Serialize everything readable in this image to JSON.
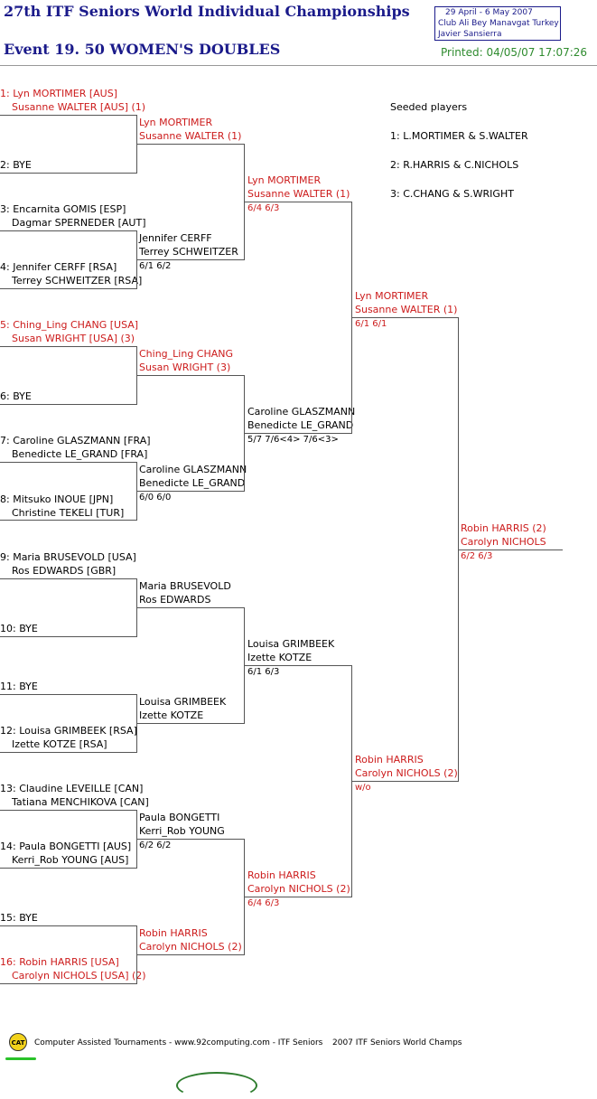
{
  "header": {
    "title1": "27th ITF Seniors World Individual Championships",
    "title2": "Event 19. 50 WOMEN'S DOUBLES",
    "info": [
      "29 April - 6 May 2007",
      "Club Ali Bey Manavgat   Turkey",
      "Javier Sansierra"
    ],
    "printed": "Printed: 04/05/07 17:07:26"
  },
  "seeds": {
    "heading": "Seeded players",
    "items": [
      "1: L.MORTIMER & S.WALTER",
      "2: R.HARRIS & C.NICHOLS",
      "3: C.CHANG & S.WRIGHT"
    ]
  },
  "round1": [
    {
      "a": "1: Lyn MORTIMER [AUS]",
      "b": "Susanne WALTER [AUS] (1)",
      "seeded": true
    },
    {
      "a": "2: BYE",
      "b": "",
      "seeded": false
    },
    {
      "a": "3: Encarnita GOMIS [ESP]",
      "b": "Dagmar SPERNEDER [AUT]",
      "seeded": false
    },
    {
      "a": "4: Jennifer CERFF [RSA]",
      "b": "Terrey SCHWEITZER [RSA]",
      "seeded": false
    },
    {
      "a": "5: Ching_Ling CHANG [USA]",
      "b": "Susan WRIGHT [USA] (3)",
      "seeded": true
    },
    {
      "a": "6: BYE",
      "b": "",
      "seeded": false
    },
    {
      "a": "7: Caroline GLASZMANN [FRA]",
      "b": "Benedicte LE_GRAND [FRA]",
      "seeded": false
    },
    {
      "a": "8: Mitsuko INOUE [JPN]",
      "b": "Christine TEKELI [TUR]",
      "seeded": false
    },
    {
      "a": "9: Maria BRUSEVOLD [USA]",
      "b": "Ros EDWARDS [GBR]",
      "seeded": false
    },
    {
      "a": "10: BYE",
      "b": "",
      "seeded": false
    },
    {
      "a": "11: BYE",
      "b": "",
      "seeded": false
    },
    {
      "a": "12: Louisa GRIMBEEK [RSA]",
      "b": "Izette KOTZE [RSA]",
      "seeded": false
    },
    {
      "a": "13: Claudine LEVEILLE [CAN]",
      "b": "Tatiana MENCHIKOVA [CAN]",
      "seeded": false
    },
    {
      "a": "14: Paula BONGETTI [AUS]",
      "b": "Kerri_Rob YOUNG [AUS]",
      "seeded": false
    },
    {
      "a": "15: BYE",
      "b": "",
      "seeded": false
    },
    {
      "a": "16: Robin HARRIS [USA]",
      "b": "Carolyn NICHOLS [USA] (2)",
      "seeded": true
    }
  ],
  "round2": [
    {
      "a": "Lyn MORTIMER",
      "b": "Susanne WALTER (1)",
      "score": "",
      "seeded": true
    },
    {
      "a": "Jennifer CERFF",
      "b": "Terrey SCHWEITZER",
      "score": "6/1 6/2",
      "seeded": false
    },
    {
      "a": "Ching_Ling CHANG",
      "b": "Susan WRIGHT (3)",
      "score": "",
      "seeded": true
    },
    {
      "a": "Caroline GLASZMANN",
      "b": "Benedicte LE_GRAND",
      "score": "6/0 6/0",
      "seeded": false
    },
    {
      "a": "Maria BRUSEVOLD",
      "b": "Ros EDWARDS",
      "score": "",
      "seeded": false
    },
    {
      "a": "Louisa GRIMBEEK",
      "b": "Izette KOTZE",
      "score": "",
      "seeded": false
    },
    {
      "a": "Paula BONGETTI",
      "b": "Kerri_Rob YOUNG",
      "score": "6/2 6/2",
      "seeded": false
    },
    {
      "a": "Robin HARRIS",
      "b": "Carolyn NICHOLS (2)",
      "score": "",
      "seeded": true
    }
  ],
  "round3": [
    {
      "a": "Lyn MORTIMER",
      "b": "Susanne WALTER (1)",
      "score": "6/4 6/3",
      "seeded": true
    },
    {
      "a": "Caroline GLASZMANN",
      "b": "Benedicte LE_GRAND",
      "score": "5/7 7/6<4> 7/6<3>",
      "seeded": false
    },
    {
      "a": "Louisa GRIMBEEK",
      "b": "Izette KOTZE",
      "score": "6/1 6/3",
      "seeded": false
    },
    {
      "a": "Robin HARRIS",
      "b": "Carolyn NICHOLS (2)",
      "score": "6/4 6/3",
      "seeded": true
    }
  ],
  "semis": [
    {
      "a": "Lyn MORTIMER",
      "b": "Susanne WALTER (1)",
      "score": "6/1 6/1",
      "seeded": true
    },
    {
      "a": "Robin HARRIS",
      "b": "Carolyn NICHOLS (2)",
      "score": "w/o",
      "seeded": true
    }
  ],
  "final": {
    "a": "Robin HARRIS (2)",
    "b": "Carolyn NICHOLS",
    "score": "6/2 6/3",
    "seeded": true
  },
  "footer": {
    "logo": "CAT",
    "credit": "Computer Assisted Tournaments - www.92computing.com -  ITF Seniors",
    "event": "2007 ITF Seniors World Champs"
  },
  "colors": {
    "seeded": "#cc1b1b",
    "title": "#1a1a8a",
    "printed": "#2e8b2e"
  }
}
